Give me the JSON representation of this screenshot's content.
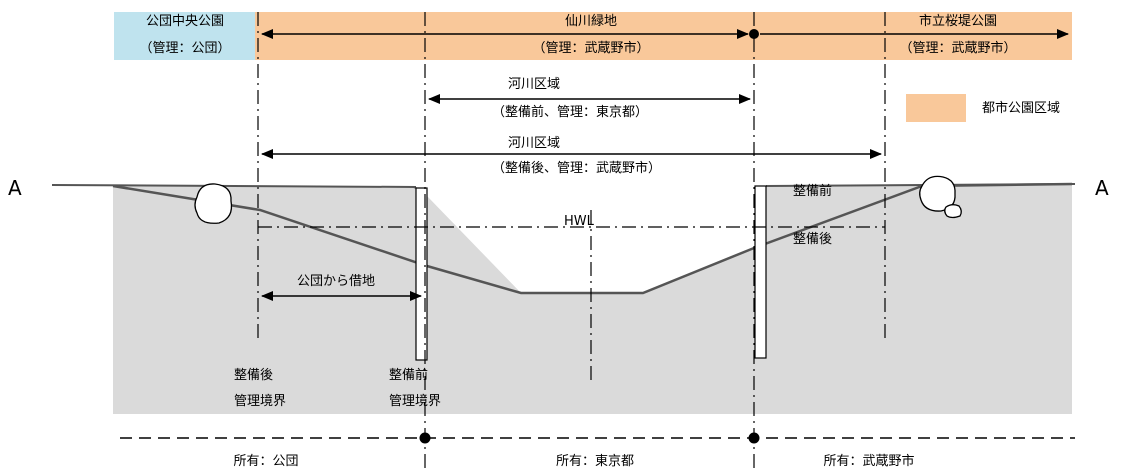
{
  "colors": {
    "park_fill": "#f9c89a",
    "koudan_fill": "#bfe3ee",
    "ground_fill": "#dadada",
    "line": "#000000",
    "profile_line": "#555555"
  },
  "top_zones": {
    "koudan": {
      "name": "公団中央公園",
      "manager": "（管理：公団）"
    },
    "senkawa": {
      "name": "仙川緑地",
      "manager": "（管理：武蔵野市）"
    },
    "shiritsu": {
      "name": "市立桜堤公園",
      "manager": "（管理：武蔵野市）"
    }
  },
  "river_area_before": {
    "title": "河川区域",
    "note": "（整備前、管理：東京都）"
  },
  "river_area_after": {
    "title": "河川区域",
    "note": "（整備後、管理：武蔵野市）"
  },
  "legend": {
    "label": "都市公園区域"
  },
  "section_marks": {
    "left": "A",
    "right": "A"
  },
  "hwl_label": "HWL",
  "right_labels": {
    "before": "整備前",
    "after": "整備後"
  },
  "lease_label": "公団から借地",
  "boundaries": {
    "after": {
      "line1": "整備後",
      "line2": "管理境界"
    },
    "before": {
      "line1": "整備前",
      "line2": "管理境界"
    }
  },
  "ownership": {
    "koudan": "所有：公団",
    "tokyo": "所有：東京都",
    "musashino": "所有：武蔵野市"
  }
}
